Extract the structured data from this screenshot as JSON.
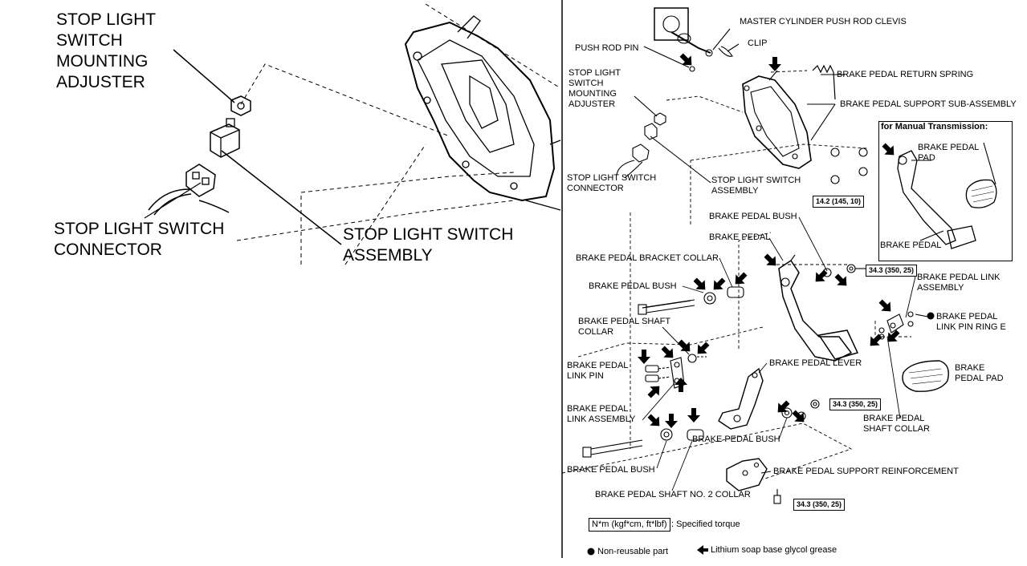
{
  "left_panel": {
    "labels": {
      "adjuster": "STOP LIGHT\nSWITCH\nMOUNTING\nADJUSTER",
      "connector": "STOP LIGHT SWITCH\nCONNECTOR",
      "assembly": "STOP LIGHT SWITCH\nASSEMBLY"
    }
  },
  "right_panel": {
    "labels": {
      "clevis": "MASTER CYLINDER PUSH ROD CLEVIS",
      "clip": "CLIP",
      "push_rod_pin": "PUSH ROD PIN",
      "return_spring": "BRAKE PEDAL RETURN SPRING",
      "support_sub": "BRAKE PEDAL SUPPORT SUB-ASSEMBLY",
      "adjuster": "STOP LIGHT\nSWITCH\nMOUNTING\nADJUSTER",
      "connector": "STOP LIGHT SWITCH\nCONNECTOR",
      "switch_assy": "STOP LIGHT SWITCH\nASSEMBLY",
      "bush_top": "BRAKE PEDAL BUSH",
      "pedal": "BRAKE PEDAL",
      "bracket_collar": "BRAKE PEDAL BRACKET COLLAR",
      "bush_left": "BRAKE PEDAL BUSH",
      "shaft_collar_left": "BRAKE PEDAL SHAFT\nCOLLAR",
      "link_pin": "BRAKE PEDAL\nLINK PIN",
      "pedal_lever": "BRAKE PEDAL LEVER",
      "link_assy_left": "BRAKE PEDAL\nLINK ASSEMBLY",
      "bush_mid": "BRAKE PEDAL BUSH",
      "bush_bottom": "BRAKE PEDAL BUSH",
      "shaft_no2": "BRAKE PEDAL SHAFT NO. 2 COLLAR",
      "reinforcement": "BRAKE PEDAL SUPPORT REINFORCEMENT",
      "link_assy_right": "BRAKE PEDAL LINK\nASSEMBLY",
      "ring_e": "BRAKE PEDAL\nLINK PIN RING E",
      "pedal_pad": "BRAKE\nPEDAL PAD",
      "shaft_collar_right": "BRAKE PEDAL\nSHAFT COLLAR"
    },
    "torques": {
      "t1": "14.2 (145, 10)",
      "t2": "34.3 (350, 25)",
      "t3": "34.3 (350, 25)",
      "t4": "34.3 (350, 25)"
    },
    "manual_box": {
      "title": "for Manual Transmission:",
      "pad_label": "BRAKE PEDAL\nPAD",
      "pedal_label": "BRAKE PEDAL"
    },
    "legend": {
      "torque_unit": "N*m (kgf*cm, ft*lbf)",
      "torque_text": ": Specified torque",
      "nonreusable": "Non-reusable part",
      "grease": "Lithium soap base glycol grease"
    }
  }
}
